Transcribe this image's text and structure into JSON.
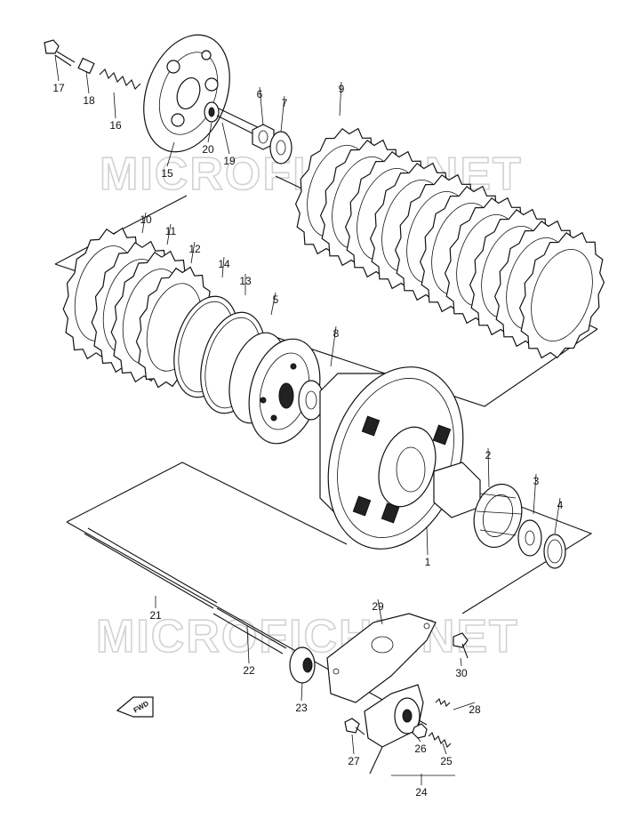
{
  "diagram": {
    "watermarks": [
      "MICROFICHE.NET",
      "MICROFICHE.NET"
    ],
    "direction_label": "FWD",
    "callouts": [
      "17",
      "18",
      "16",
      "15",
      "20",
      "19",
      "6",
      "7",
      "9",
      "10",
      "11",
      "12",
      "14",
      "13",
      "5",
      "8",
      "2",
      "3",
      "4",
      "1",
      "21",
      "22",
      "23",
      "29",
      "30",
      "28",
      "27",
      "26",
      "25",
      "24"
    ]
  }
}
